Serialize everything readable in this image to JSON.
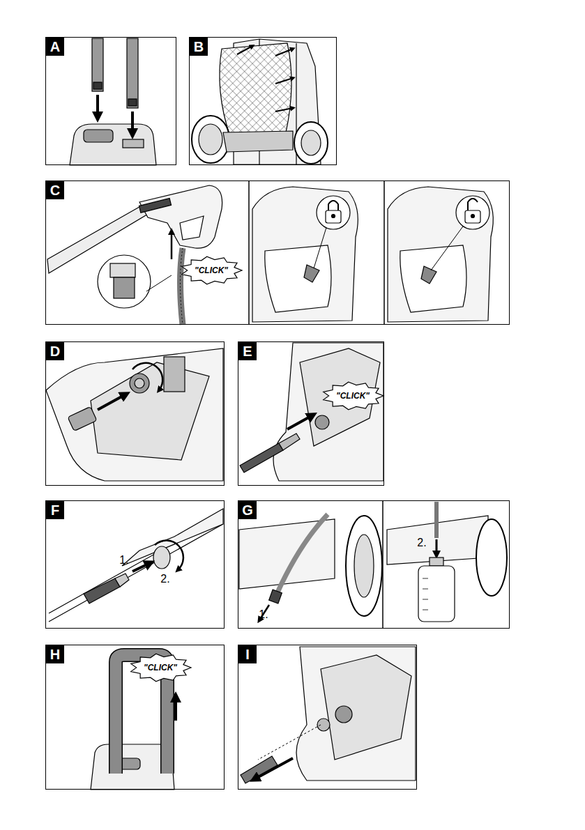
{
  "diagram": {
    "nodes": [
      {
        "text": [
          "A"
        ]
      },
      {
        "text": [
          "B"
        ]
      },
      {
        "text": [
          "C"
        ]
      },
      {
        "text": [
          "D"
        ]
      },
      {
        "text": [
          "E"
        ]
      },
      {
        "text": [
          "F"
        ]
      },
      {
        "text": [
          "G"
        ]
      },
      {
        "text": [
          "H"
        ]
      },
      {
        "text": [
          "I"
        ]
      }
    ],
    "labels": [
      "\"CLICK\"",
      "\"CLICK\"",
      "1.",
      "2.",
      "1.",
      "2.",
      "\"CLICK\""
    ]
  }
}
